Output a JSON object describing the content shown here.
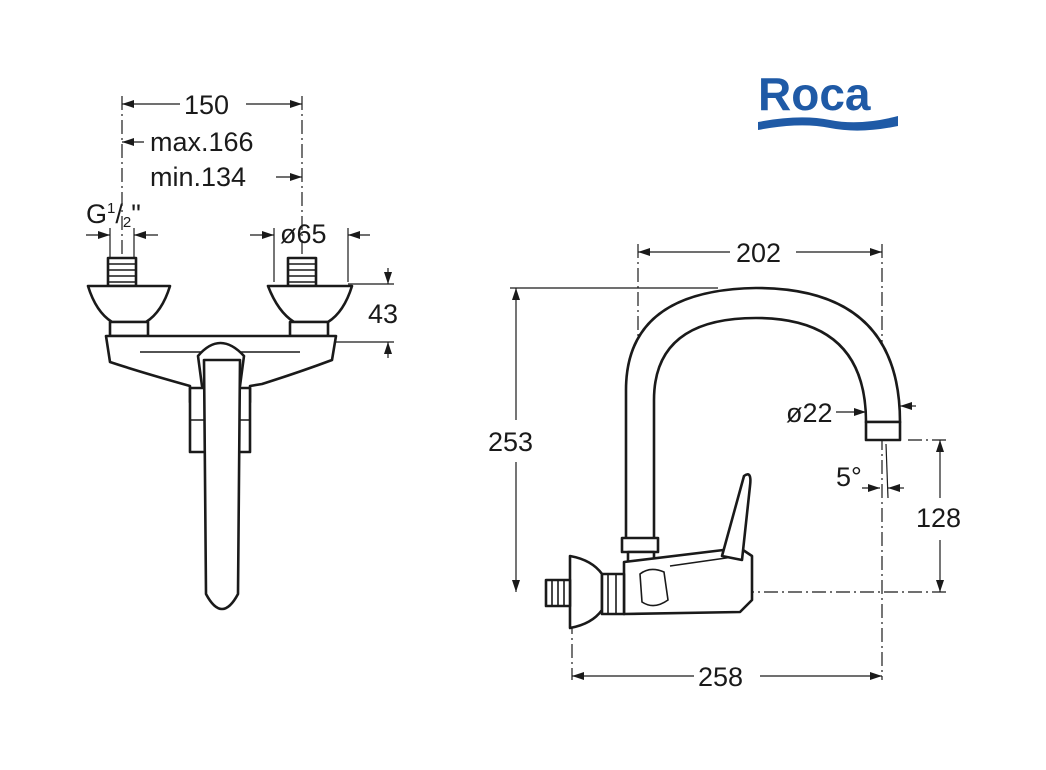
{
  "colors": {
    "brand": "#1f5aa6",
    "ink": "#1a1a1a"
  },
  "logo": {
    "text": "Roca"
  },
  "front_view": {
    "width": "150",
    "max_width": "max.166",
    "min_width": "min.134",
    "thread_main": "G",
    "thread_sup": "1",
    "thread_slash": "/",
    "thread_sub": "2",
    "thread_quote": "\"",
    "flange_diameter": "ø65",
    "height": "43"
  },
  "side_view": {
    "spout_reach": "202",
    "total_height": "253",
    "outlet_diameter": "ø22",
    "angle": "5°",
    "outlet_height": "128",
    "total_depth": "258"
  }
}
